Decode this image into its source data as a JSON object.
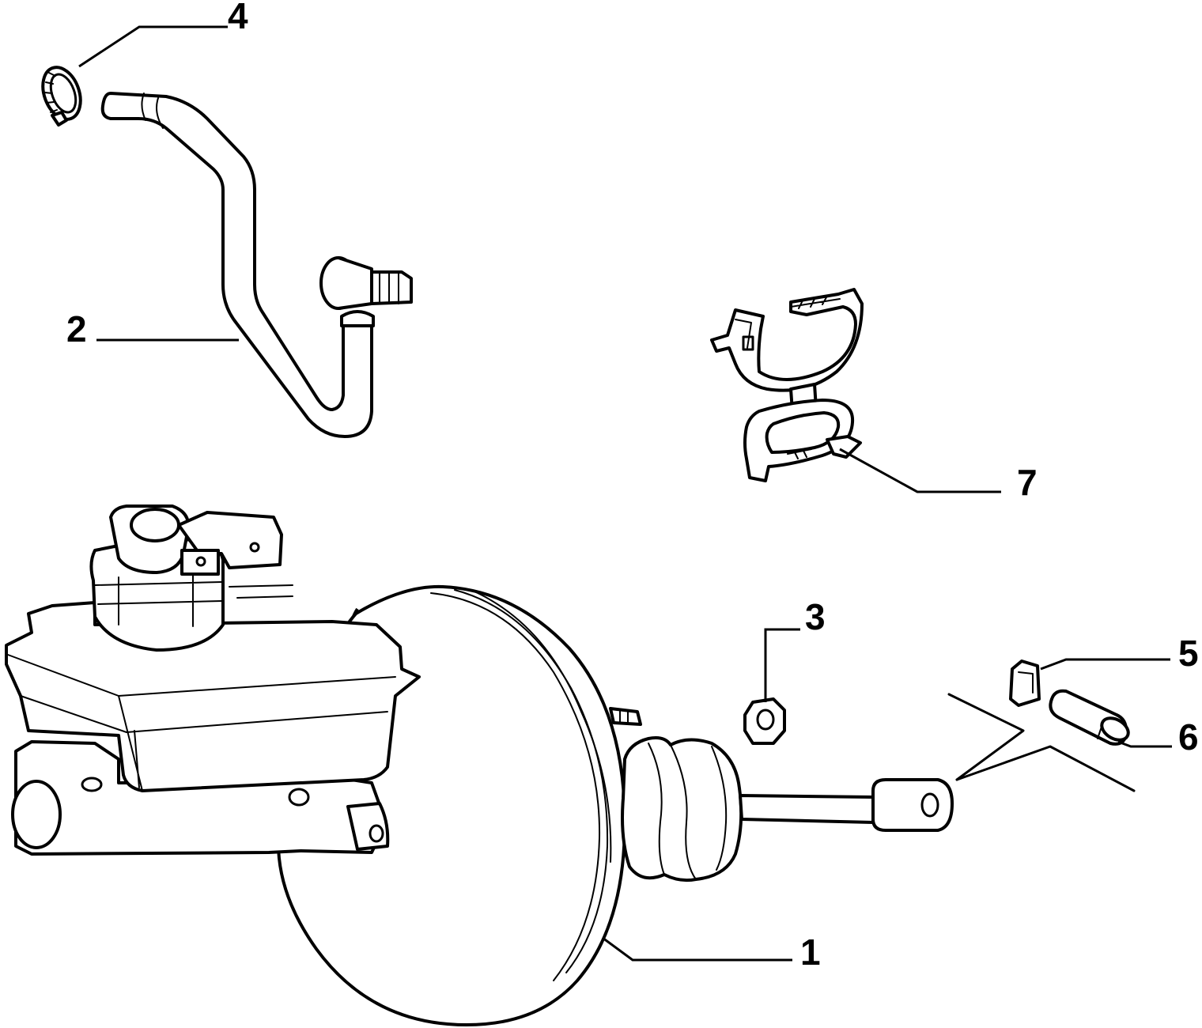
{
  "callouts": [
    {
      "id": "1",
      "text": "1",
      "part": "brake-servo"
    },
    {
      "id": "2",
      "text": "2",
      "part": "vacuum-hose"
    },
    {
      "id": "3",
      "text": "3",
      "part": "nut"
    },
    {
      "id": "4",
      "text": "4",
      "part": "hose-clamp"
    },
    {
      "id": "5",
      "text": "5",
      "part": "retaining-clip"
    },
    {
      "id": "6",
      "text": "6",
      "part": "pin"
    },
    {
      "id": "7",
      "text": "7",
      "part": "pipe-bracket"
    }
  ],
  "colors": {
    "ink": "#000000",
    "paper": "#ffffff"
  }
}
